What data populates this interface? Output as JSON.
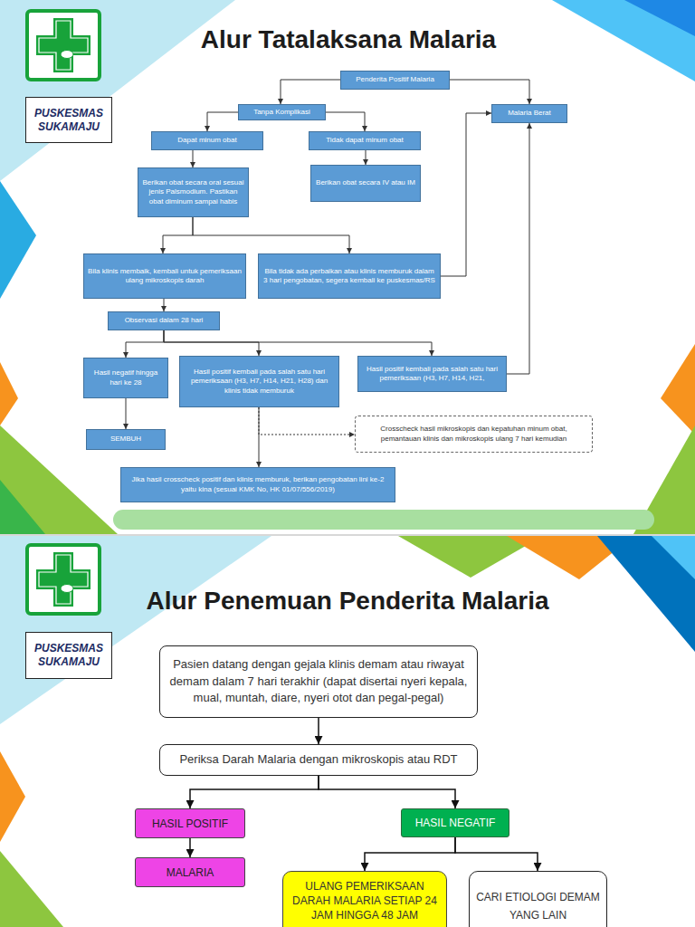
{
  "diagram": {
    "title": "Alur Tatalaksana Malaria",
    "nodes": [
      {
        "text": [
          "PUSKESMAS SUKAMAJU"
        ]
      },
      {
        "text": [
          "Penderita Positif Malaria"
        ]
      },
      {
        "text": [
          "Tanpa Komplikasi"
        ]
      },
      {
        "text": [
          "Malaria Berat"
        ]
      },
      {
        "text": [
          "Dapat minum obat"
        ]
      },
      {
        "text": [
          "Tidak dapat minum obat"
        ]
      },
      {
        "text": [
          "Berikan obat secara oral sesuai jenis Palsmodium. Pastikan obat diminum sampai habis"
        ]
      },
      {
        "text": [
          "Berikan obat secara IV atau IM"
        ]
      },
      {
        "text": [
          "Bila klinis membaik, kembali untuk pemeriksaan ulang mikroskopis darah"
        ]
      },
      {
        "text": [
          "Bila tidak ada perbaikan atau klinis memburuk dalam 3 hari pengobatan, segera kembali ke puskesmas/RS"
        ]
      },
      {
        "text": [
          "Observasi dalam 28 hari"
        ]
      },
      {
        "text": [
          "Hasil negatif hingga hari ke 28"
        ]
      },
      {
        "text": [
          "Hasil positif kembali pada salah satu hari pemeriksaan (H3, H7, H14, H21, H28) dan klinis tidak memburuk"
        ]
      },
      {
        "text": [
          "Hasil positif kembali pada salah satu hari pemeriksaan (H3, H7, H14, H21,"
        ]
      },
      {
        "text": [
          "SEMBUH"
        ]
      },
      {
        "text": [
          "Crosscheck hasil mikroskopis dan kepatuhan minum obat, pemantauan klinis dan mikroskopis ulang 7 hari kemudian"
        ]
      },
      {
        "text": [
          "Jika hasil crosscheck positif dan klinis memburuk, berikan pengobatan lini ke-2 yaitu kina (sesuai KMK No, HK 01/07/556/2019)"
        ]
      },
      {
        "text": [
          "PUSKESMAS SUKAMAJU"
        ]
      },
      {
        "text": [
          "Pasien datang dengan gejala klinis demam atau riwayat demam dalam 7 hari terakhir (dapat disertai nyeri kepala, mual, muntah, diare, nyeri otot dan pegal-pegal)"
        ]
      },
      {
        "text": [
          "Periksa Darah Malaria dengan mikroskopis atau RDT"
        ]
      },
      {
        "text": [
          "HASIL POSITIF"
        ]
      },
      {
        "text": [
          "HASIL NEGATIF"
        ]
      },
      {
        "text": [
          "MALARIA"
        ]
      },
      {
        "text": [
          "ULANG PEMERIKSAAN DARAH MALARIA SETIAP 24 JAM HINGGA 48 JAM"
        ]
      },
      {
        "text": [
          "CARI ETIOLOGI DEMAM YANG LAIN"
        ]
      }
    ],
    "edges": [
      {
        "from": 1,
        "to": 2,
        "arrow": "to"
      },
      {
        "from": 1,
        "to": 3,
        "arrow": "to"
      },
      {
        "from": 2,
        "to": 4,
        "arrow": "to"
      },
      {
        "from": 2,
        "to": 5,
        "arrow": "to"
      },
      {
        "from": 4,
        "to": 6,
        "arrow": "to"
      },
      {
        "from": 5,
        "to": 7,
        "arrow": "to"
      },
      {
        "from": 6,
        "to": 8,
        "arrow": "to"
      },
      {
        "from": 6,
        "to": 9,
        "arrow": "to"
      },
      {
        "from": 9,
        "to": 3,
        "arrow": "to"
      },
      {
        "from": 8,
        "to": 10,
        "arrow": "to"
      },
      {
        "from": 10,
        "to": 11,
        "arrow": "to"
      },
      {
        "from": 10,
        "to": 12,
        "arrow": "to"
      },
      {
        "from": 10,
        "to": 13,
        "arrow": "to"
      },
      {
        "from": 13,
        "to": 3,
        "arrow": "to"
      },
      {
        "from": 11,
        "to": 14,
        "arrow": "to"
      },
      {
        "from": 12,
        "to": 15,
        "arrow": "to"
      },
      {
        "from": 12,
        "to": 16,
        "arrow": "to"
      },
      {
        "from": 18,
        "to": 19,
        "arrow": "to"
      },
      {
        "from": 19,
        "to": 20,
        "arrow": "to"
      },
      {
        "from": 19,
        "to": 21,
        "arrow": "to"
      },
      {
        "from": 20,
        "to": 22,
        "arrow": "to"
      },
      {
        "from": 21,
        "to": 23,
        "arrow": "to"
      },
      {
        "from": 21,
        "to": 24,
        "arrow": "to"
      }
    ],
    "labels": [
      "Alur Penemuan Penderita Malaria"
    ]
  }
}
